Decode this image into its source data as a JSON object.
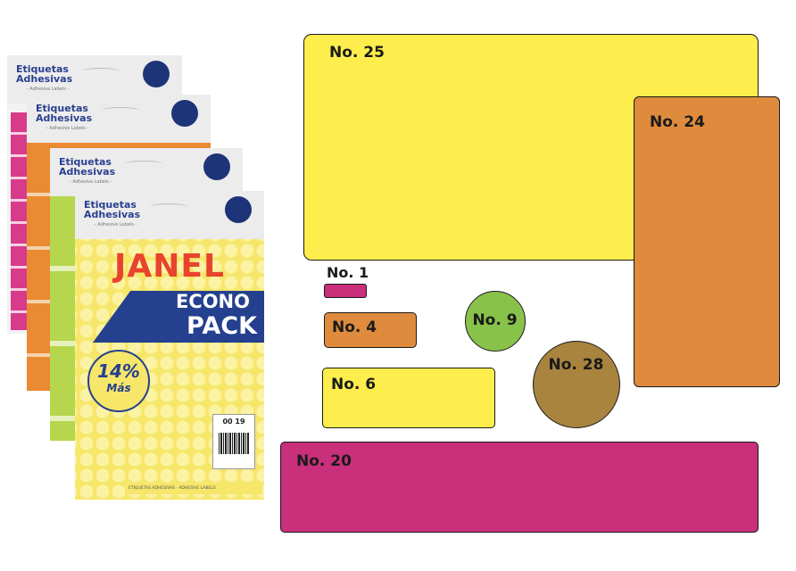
{
  "product": {
    "header_title_line1": "Etiquetas",
    "header_title_line2": "Adhesivas",
    "header_subtitle": "- Adhesive Labels -",
    "brand": "JANEL",
    "econo": "ECONO",
    "pack": "PACK",
    "badge_percent": "14%",
    "badge_more": "Más",
    "code": "00 19",
    "footer_text": "ETIQUETAS ADHESIVAS · ADHESIVE LABELS"
  },
  "labels": [
    {
      "id": "no-25",
      "text": "No. 25",
      "color": "#fdee4d"
    },
    {
      "id": "no-24",
      "text": "No. 24",
      "color": "#df8b3d"
    },
    {
      "id": "no-1",
      "text": "No. 1",
      "color": "#c92f7a"
    },
    {
      "id": "no-4",
      "text": "No. 4",
      "color": "#df8b3d"
    },
    {
      "id": "no-9",
      "text": "No. 9",
      "color": "#89c24a"
    },
    {
      "id": "no-28",
      "text": "No. 28",
      "color": "#a8843e"
    },
    {
      "id": "no-6",
      "text": "No. 6",
      "color": "#fdee4d"
    },
    {
      "id": "no-20",
      "text": "No. 20",
      "color": "#c92f7a"
    }
  ],
  "colors": {
    "yellow": "#fdee4d",
    "orange": "#df8b3d",
    "magenta": "#c92f7a",
    "green": "#89c24a",
    "brown": "#a8843e",
    "navy": "#24408e",
    "brand_red": "#e8432e"
  }
}
